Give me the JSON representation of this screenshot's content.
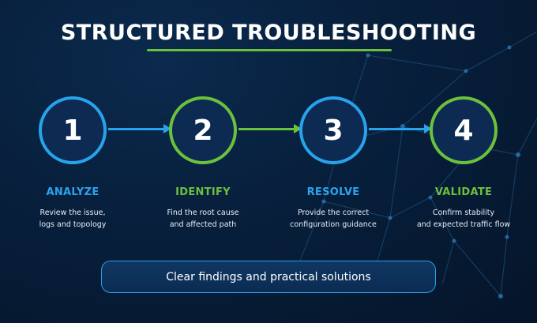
{
  "title": "STRUCTURED TROUBLESHOOTING",
  "steps": [
    {
      "number": "1",
      "title": "ANALYZE",
      "desc_line1": "Review the issue,",
      "desc_line2": "logs and topology",
      "accent": "#27a3ec"
    },
    {
      "number": "2",
      "title": "IDENTIFY",
      "desc_line1": "Find the root cause",
      "desc_line2": "and affected path",
      "accent": "#6cc13c"
    },
    {
      "number": "3",
      "title": "RESOLVE",
      "desc_line1": "Provide the correct",
      "desc_line2": "configuration guidance",
      "accent": "#27a3ec"
    },
    {
      "number": "4",
      "title": "VALIDATE",
      "desc_line1": "Confirm stability",
      "desc_line2": "and expected traffic flow",
      "accent": "#6cc13c"
    }
  ],
  "banner": {
    "text": "Clear findings and practical solutions"
  },
  "colors": {
    "blue": "#27a3ec",
    "green": "#6cc13c",
    "background": "#08213f"
  }
}
